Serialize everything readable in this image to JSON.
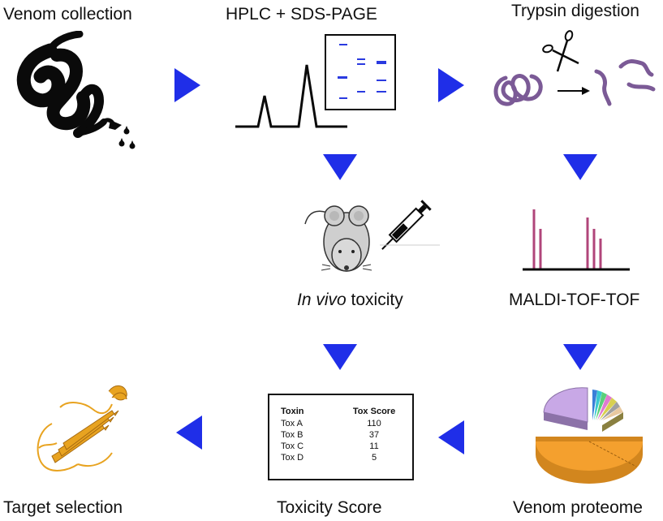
{
  "steps": {
    "venom_collection": "Venom collection",
    "hplc": "HPLC + SDS-PAGE",
    "trypsin": "Trypsin digestion",
    "in_vivo_italic": "In vivo",
    "in_vivo_rest": " toxicity",
    "maldi": "MALDI-TOF-TOF",
    "target": "Target selection",
    "toxicity_score": "Toxicity Score",
    "proteome": "Venom proteome"
  },
  "tox_table": {
    "headers": [
      "Toxin",
      "Tox Score"
    ],
    "rows": [
      {
        "toxin": "Tox A",
        "score": "110"
      },
      {
        "toxin": "Tox B",
        "score": "37"
      },
      {
        "toxin": "Tox C",
        "score": "11"
      },
      {
        "toxin": "Tox D",
        "score": "5"
      }
    ]
  },
  "colors": {
    "arrow": "#1f2ee8",
    "peptide": "#7b5a96",
    "maldi_peak": "#b0457a",
    "pie_main": "#f4a02e",
    "pie_lilac": "#c8a8e6",
    "protein": "#e8a320"
  }
}
